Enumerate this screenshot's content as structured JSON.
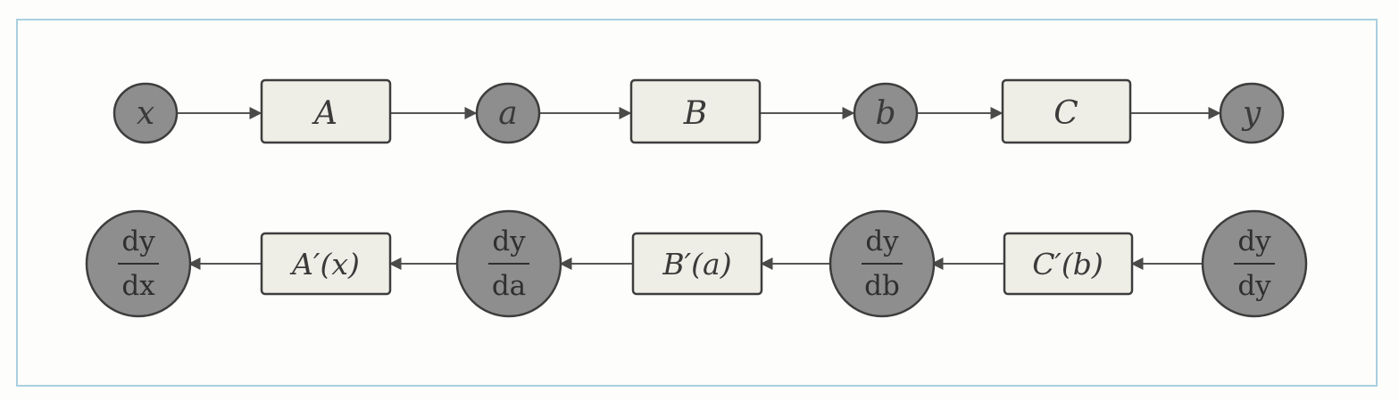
{
  "colors": {
    "frame": "#a9cfdf",
    "circle_fill": "#8e8e8e",
    "box_fill": "#eeeee6",
    "stroke": "#444444",
    "arrow": "#4a4a4a"
  },
  "forward": {
    "x": "x",
    "A": "A",
    "a": "a",
    "B": "B",
    "b": "b",
    "C": "C",
    "y": "y"
  },
  "backward": {
    "dydx": {
      "num": "dy",
      "den": "dx"
    },
    "A_prime": "A′(x)",
    "dyda": {
      "num": "dy",
      "den": "da"
    },
    "B_prime": "B′(a)",
    "dydb": {
      "num": "dy",
      "den": "db"
    },
    "C_prime": "C′(b)",
    "dydy": {
      "num": "dy",
      "den": "dy"
    }
  }
}
